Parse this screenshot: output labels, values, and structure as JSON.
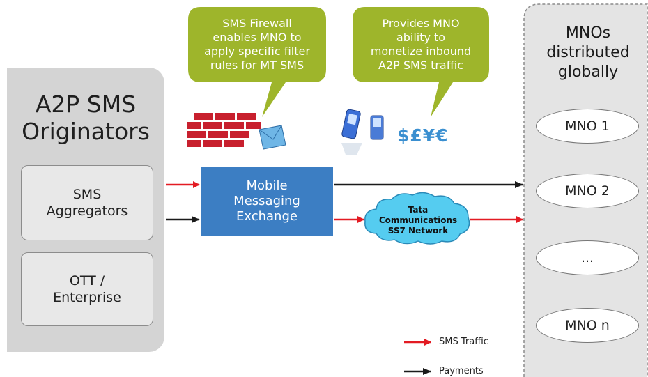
{
  "left_panel": {
    "title": "A2P SMS\nOriginators",
    "sub_boxes": [
      {
        "label": "SMS\nAggregators"
      },
      {
        "label": "OTT /\nEnterprise"
      }
    ]
  },
  "center": {
    "exchange_label": "Mobile\nMessaging\nExchange",
    "network_label": "Tata\nCommunications\nSS7 Network",
    "currency_text": "$£¥€"
  },
  "callouts": [
    {
      "text": "SMS Firewall\nenables MNO to\napply specific filter\nrules for MT SMS"
    },
    {
      "text": "Provides MNO\nability to\nmonetize inbound\nA2P SMS traffic"
    }
  ],
  "right_panel": {
    "title": "MNOs\ndistributed\nglobally",
    "mnos": [
      "MNO 1",
      "MNO 2",
      "...",
      "MNO n"
    ]
  },
  "legend": {
    "sms_traffic": "SMS Traffic",
    "payments": "Payments"
  },
  "colors": {
    "sms_arrow": "#e31b23",
    "payment_arrow": "#1a1a1a",
    "callout_green": "#9eb52b",
    "exchange_blue": "#3c7ec3",
    "cloud_blue": "#55ccf0",
    "firewall_red": "#c8202e",
    "panel_gray": "#d4d4d4"
  },
  "icons": [
    "firewall-brick-icon",
    "envelope-icon",
    "mobile-phones-icon"
  ]
}
